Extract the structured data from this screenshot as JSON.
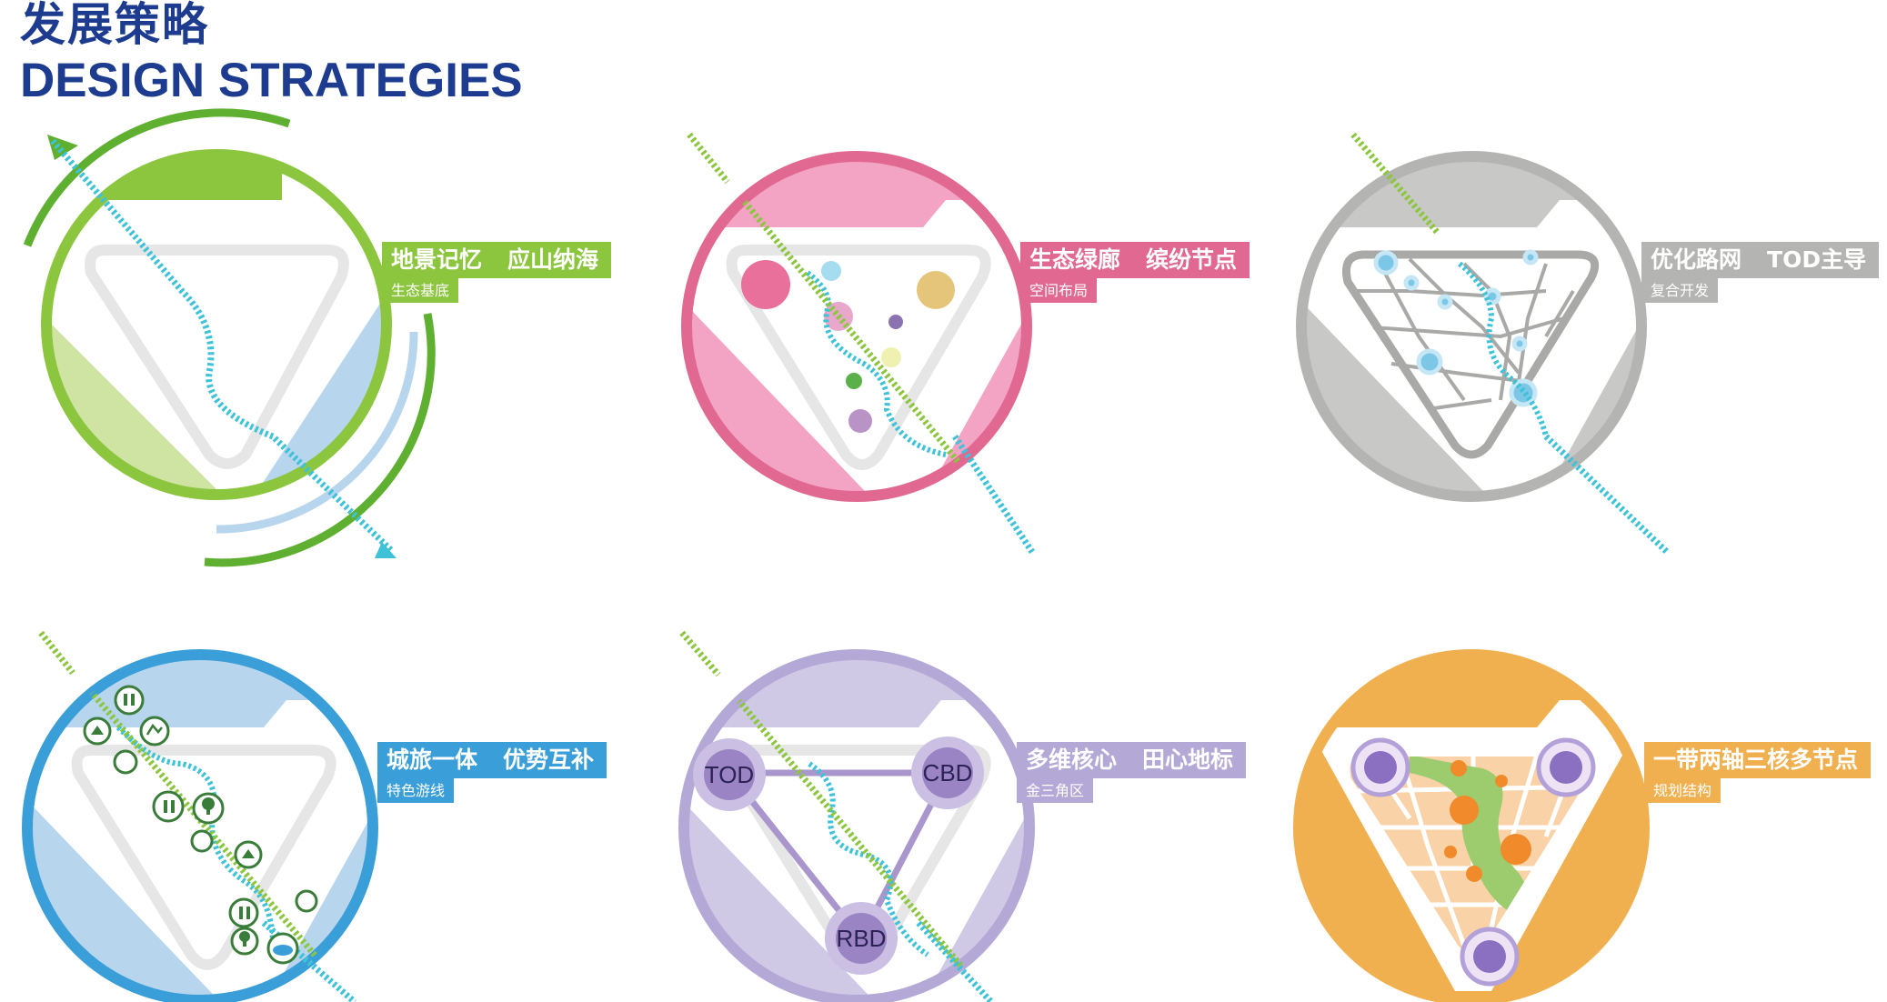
{
  "header": {
    "title_cn": "发展策略",
    "title_en": "DESIGN STRATEGIES"
  },
  "panels": [
    {
      "title_a": "地景记忆",
      "title_b": "应山纳海",
      "subtitle": "生态基底",
      "color": "#8cc63f"
    },
    {
      "title_a": "生态绿廊",
      "title_b": "缤纷节点",
      "subtitle": "空间布局",
      "color": "#e8709b"
    },
    {
      "title_a": "优化路网",
      "title_b": "TOD主导",
      "subtitle": "复合开发",
      "color": "#b4b4b2"
    },
    {
      "title_a": "城旅一体",
      "title_b": "优势互补",
      "subtitle": "特色游线",
      "color": "#3a9fd8"
    },
    {
      "title_a": "多维核心",
      "title_b": "田心地标",
      "subtitle": "金三角区",
      "color": "#b3a8d6"
    },
    {
      "title_a": "一带两轴三核多节点",
      "title_b": "",
      "subtitle": "规划结构",
      "color": "#f0b04f"
    }
  ],
  "nodes": {
    "tod": "TOD",
    "cbd": "CBD",
    "rbd": "RBD"
  },
  "river_color": "#3ec2d8"
}
